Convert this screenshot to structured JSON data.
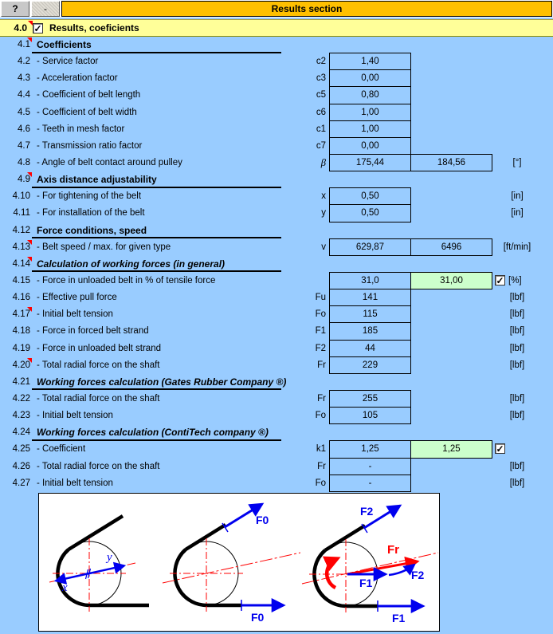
{
  "window": {
    "help_button": "?",
    "minimize_button": "-",
    "title": "Results section"
  },
  "section_row": {
    "id": "4.0",
    "label": "Results, coeficients",
    "checked": true
  },
  "colors": {
    "title_bg": "#FFC000",
    "highlight_row_bg": "#FFFF99",
    "page_bg": "#99CCFF",
    "input_cell_bg": "#CCFFCC",
    "arrow_blue": "#0000EE",
    "arrow_red": "#FF0000"
  },
  "rows": [
    {
      "id": "4.1",
      "type": "header",
      "label": "Coefficients",
      "comment": true
    },
    {
      "id": "4.2",
      "type": "item",
      "label": "- Service factor",
      "symbol": "c2",
      "v1": "1,40"
    },
    {
      "id": "4.3",
      "type": "item",
      "label": "- Acceleration factor",
      "symbol": "c3",
      "v1": "0,00"
    },
    {
      "id": "4.4",
      "type": "item",
      "label": "- Coefficient of belt length",
      "symbol": "c5",
      "v1": "0,80"
    },
    {
      "id": "4.5",
      "type": "item",
      "label": "- Coefficient of belt width",
      "symbol": "c6",
      "v1": "1,00"
    },
    {
      "id": "4.6",
      "type": "item",
      "label": "- Teeth in mesh factor",
      "symbol": "c1",
      "v1": "1,00"
    },
    {
      "id": "4.7",
      "type": "item",
      "label": "- Transmission ratio factor",
      "symbol": "c7",
      "v1": "0,00"
    },
    {
      "id": "4.8",
      "type": "item",
      "label": "- Angle of belt contact around pulley",
      "symbol": "β",
      "sym_italic": true,
      "v1": "175,44",
      "v2": "184,56",
      "unit": "[°]"
    },
    {
      "id": "4.9",
      "type": "header",
      "label": "Axis distance adjustability",
      "comment": true
    },
    {
      "id": "4.10",
      "type": "item",
      "label": "- For tightening of the belt",
      "symbol": "x",
      "v1": "0,50",
      "unit": "[in]"
    },
    {
      "id": "4.11",
      "type": "item",
      "label": "- For installation of the belt",
      "symbol": "y",
      "v1": "0,50",
      "unit": "[in]"
    },
    {
      "id": "4.12",
      "type": "header",
      "label": "Force conditions, speed"
    },
    {
      "id": "4.13",
      "type": "item",
      "label": "- Belt speed / max. for given type",
      "symbol": "v",
      "v1": "629,87",
      "v2": "6496",
      "unit": "[ft/min]",
      "comment": true
    },
    {
      "id": "4.14",
      "type": "header",
      "italic": true,
      "label": "Calculation of working forces (in general)",
      "comment": true
    },
    {
      "id": "4.15",
      "type": "item",
      "label": "- Force in unloaded belt in % of tensile force",
      "v1": "31,0",
      "v2": "31,00",
      "v2_input": true,
      "checkbox": true,
      "unit": "[%]"
    },
    {
      "id": "4.16",
      "type": "item",
      "label": "- Effective pull force",
      "symbol": "Fu",
      "v1": "141",
      "unit": "[lbf]"
    },
    {
      "id": "4.17",
      "type": "item",
      "label": "- Initial belt tension",
      "symbol": "Fo",
      "v1": "115",
      "unit": "[lbf]",
      "comment": true
    },
    {
      "id": "4.18",
      "type": "item",
      "label": "- Force in forced belt strand",
      "symbol": "F1",
      "v1": "185",
      "unit": "[lbf]"
    },
    {
      "id": "4.19",
      "type": "item",
      "label": "- Force in unloaded belt strand",
      "symbol": "F2",
      "v1": "44",
      "unit": "[lbf]"
    },
    {
      "id": "4.20",
      "type": "item",
      "label": "- Total radial force on the shaft",
      "symbol": "Fr",
      "v1": "229",
      "unit": "[lbf]",
      "comment": true
    },
    {
      "id": "4.21",
      "type": "header",
      "italic": true,
      "label": "Working forces calculation (Gates Rubber Company ®)"
    },
    {
      "id": "4.22",
      "type": "item",
      "label": "- Total radial force on the shaft",
      "symbol": "Fr",
      "v1": "255",
      "unit": "[lbf]"
    },
    {
      "id": "4.23",
      "type": "item",
      "label": "- Initial belt tension",
      "symbol": "Fo",
      "v1": "105",
      "unit": "[lbf]"
    },
    {
      "id": "4.24",
      "type": "header",
      "italic": true,
      "label": "Working forces calculation (ContiTech company ®)"
    },
    {
      "id": "4.25",
      "type": "item",
      "label": "- Coefficient",
      "symbol": "k1",
      "v1": "1,25",
      "v2": "1,25",
      "v2_input": true,
      "checkbox": true
    },
    {
      "id": "4.26",
      "type": "item",
      "label": "- Total radial force on the shaft",
      "symbol": "Fr",
      "v1": "-",
      "unit": "[lbf]"
    },
    {
      "id": "4.27",
      "type": "item",
      "label": "- Initial belt tension",
      "symbol": "Fo",
      "v1": "-",
      "unit": "[lbf]"
    }
  ],
  "diagram": {
    "labels": {
      "d1_x": "x",
      "d1_y": "y",
      "d2_f0_top": "F0",
      "d2_f0_bottom": "F0",
      "d3_f2_top": "F2",
      "d3_fr": "Fr",
      "d3_f1_mid": "F1",
      "d3_f2_mid": "F2",
      "d3_f1_bottom": "F1"
    }
  }
}
